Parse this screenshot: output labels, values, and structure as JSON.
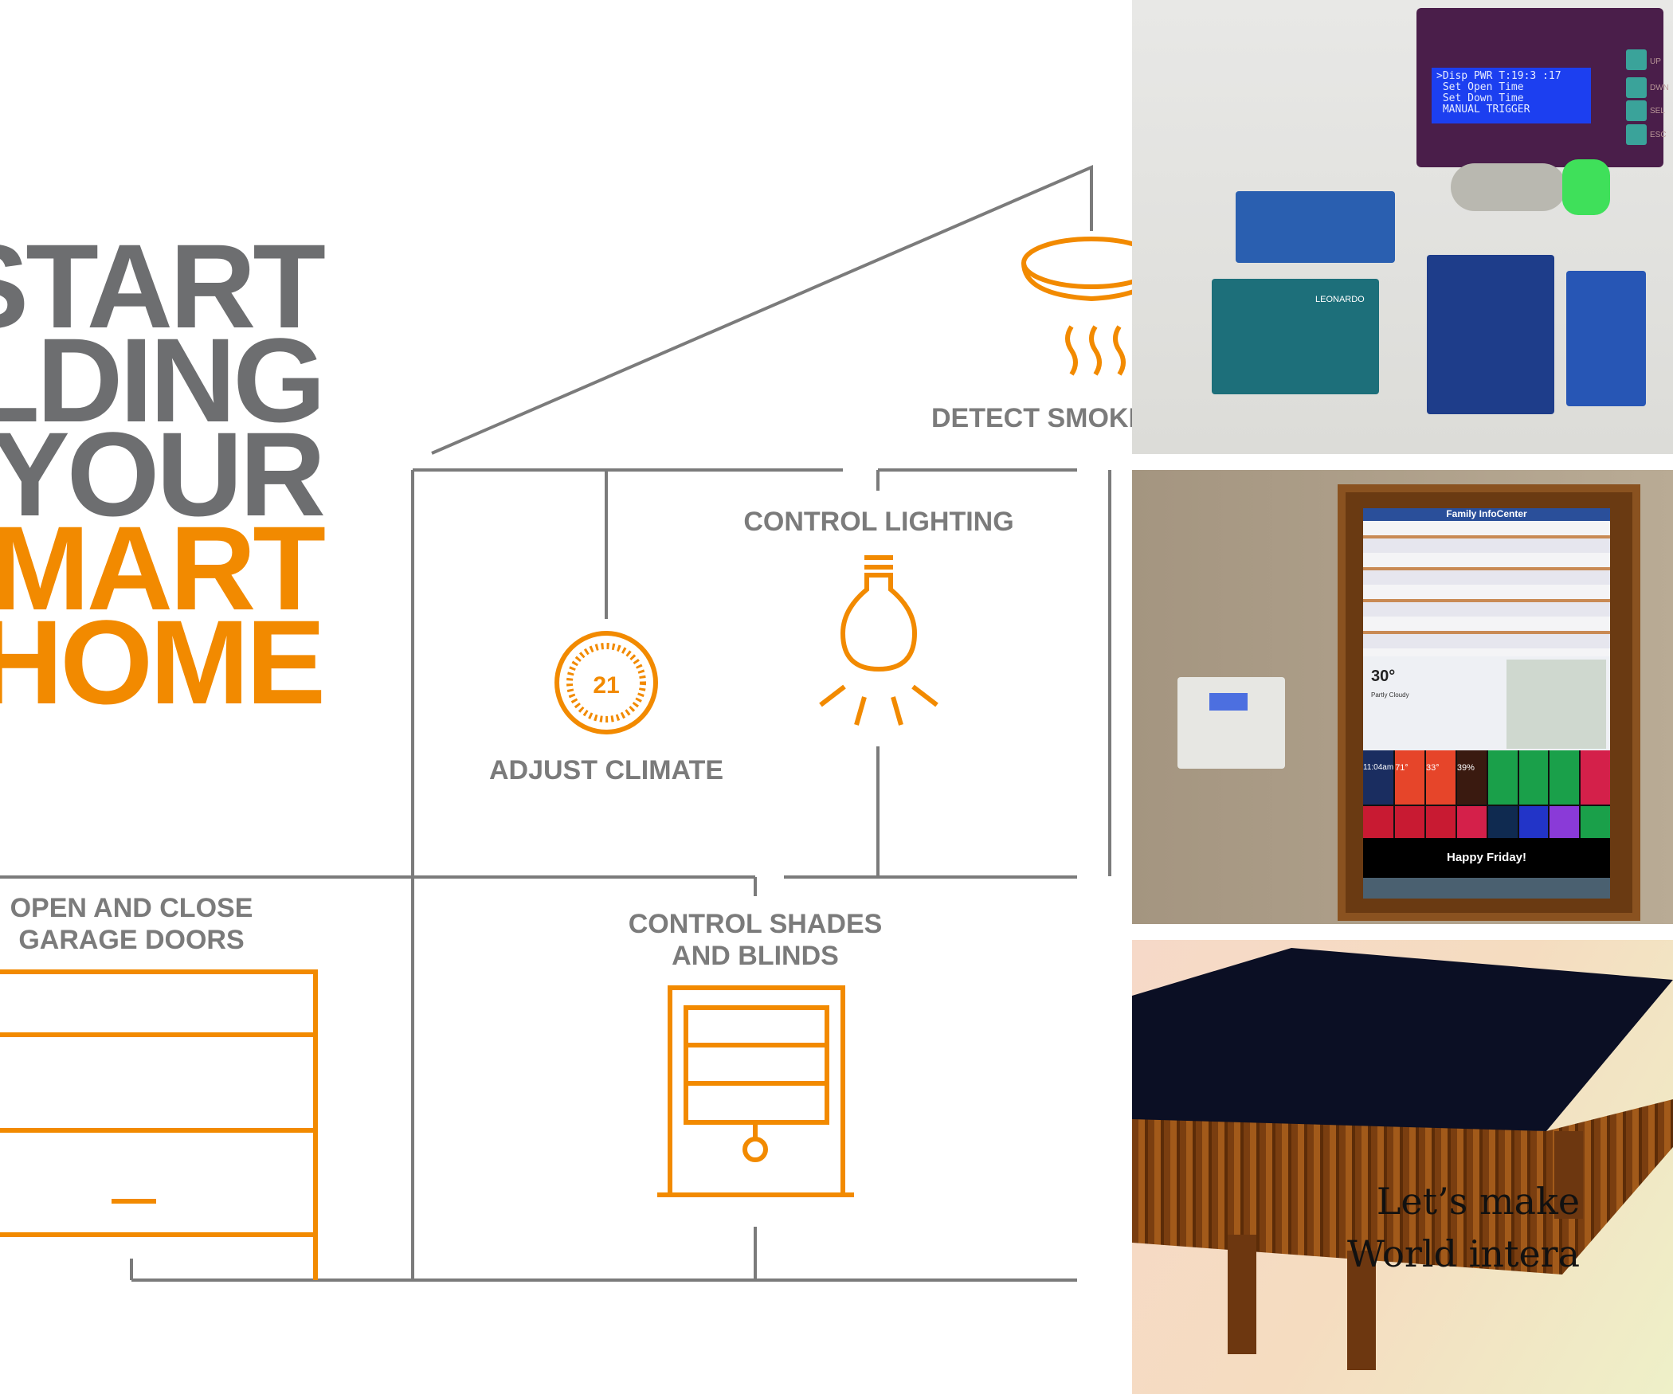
{
  "infographic": {
    "headline": [
      "START",
      "BUILDING",
      "YOUR",
      "SMART",
      "HOME"
    ],
    "labels": {
      "smoke": "DETECT SMOKE",
      "lighting": "CONTROL LIGHTING",
      "climate": "ADJUST CLIMATE",
      "garage": [
        "OPEN AND CLOSE",
        "GARAGE DOORS"
      ],
      "shades": [
        "CONTROL SHADES",
        "AND BLINDS"
      ]
    },
    "thermostat_value": "21",
    "colors": {
      "accent": "#f28a00",
      "gray": "#6d6e70",
      "line": "#7b7b7b"
    }
  },
  "photo_arduino": {
    "lcd_lines": [
      ">Disp PWR T:19:3 :17",
      " Set Open Time",
      " Set Down Time",
      " MANUAL TRIGGER"
    ],
    "buttons": [
      "UP",
      "DWN",
      "SEL",
      "ESC"
    ],
    "board_label": "LEONARDO"
  },
  "photo_infocenter": {
    "title": "Family InfoCenter",
    "temperature": "30°",
    "condition": "Partly Cloudy",
    "time": "11:04am",
    "tiles": [
      "71°",
      "33°",
      "39%"
    ],
    "greeting": "Happy Friday!"
  },
  "photo_table": {
    "caption": [
      "Let’s make",
      "World intera"
    ]
  }
}
